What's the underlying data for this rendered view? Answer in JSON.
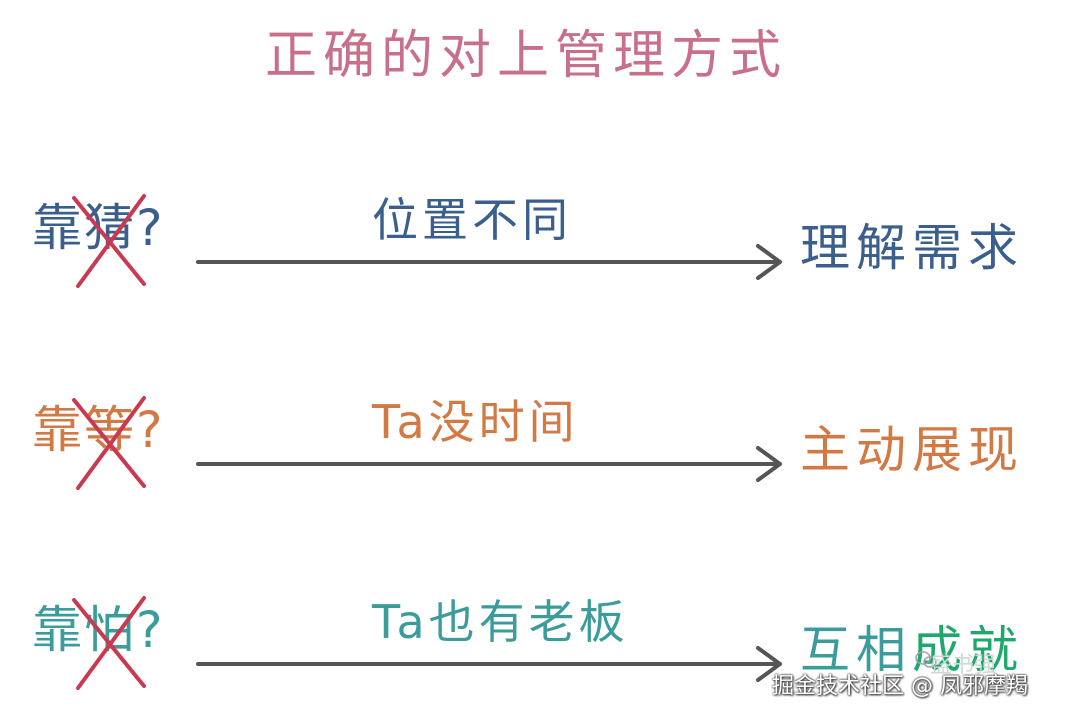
{
  "title": "正确的对上管理方式",
  "rows": [
    {
      "left_prefix": "靠",
      "left_struck": "猜",
      "left_suffix": "?",
      "caption": "位置不同",
      "right": "理解需求",
      "color": "#3a5f8d"
    },
    {
      "left_prefix": "靠",
      "left_struck": "等",
      "left_suffix": "?",
      "caption": "Ta没时间",
      "right": "主动展现",
      "color": "#d27a45"
    },
    {
      "left_prefix": "靠",
      "left_struck": "怕",
      "left_suffix": "?",
      "caption": "Ta也有老板",
      "right_part1": "互相",
      "right_part2": "成就",
      "color": "#3c9c9c"
    }
  ],
  "cross_color": "#c9394f",
  "arrow_color": "#555555",
  "watermark": "掘金技术社区 @ 凤邪摩羯",
  "watermark_secondary": "盛书强",
  "icons": {
    "cross": "cross-mark-icon",
    "arrow": "right-arrow-icon",
    "logo": "wechat-logo-icon"
  }
}
